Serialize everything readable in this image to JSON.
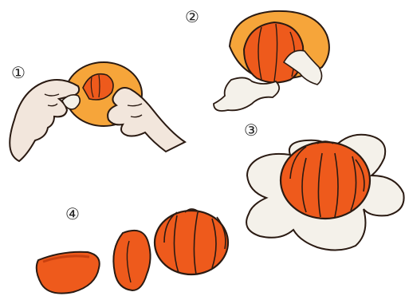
{
  "steps": [
    {
      "number": "①"
    },
    {
      "number": "②"
    },
    {
      "number": "③"
    },
    {
      "number": "④"
    }
  ],
  "colors": {
    "orange_peel": "#f6a53a",
    "orange_fruit": "#ee5a1c",
    "fruit_shadow": "#c8400f",
    "pith": "#f4f1ea",
    "skin": "#f2e6dc",
    "outline": "#2a1a12"
  }
}
